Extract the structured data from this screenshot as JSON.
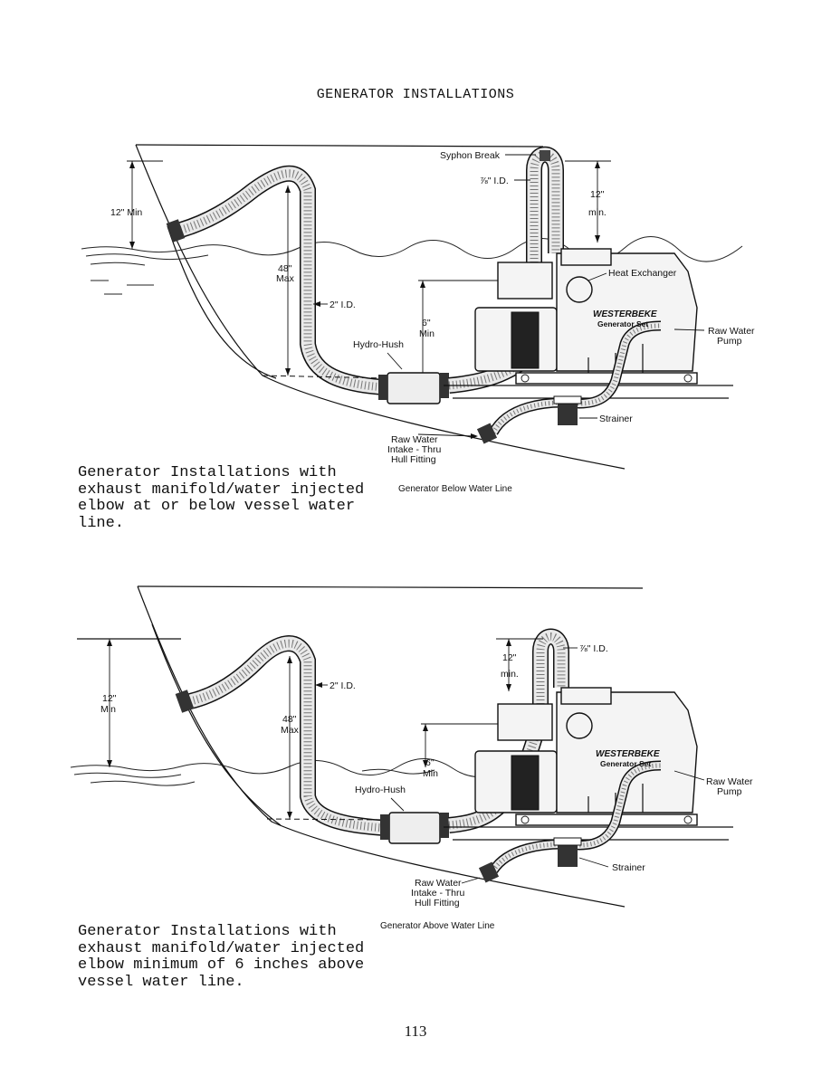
{
  "page": {
    "title": "GENERATOR INSTALLATIONS",
    "number": "113"
  },
  "diagram1": {
    "subtitle": "Generator Below Water Line",
    "labels": {
      "syphon_break": "Syphon Break",
      "id_78": "⅞\" I.D.",
      "min12_value": "12\"",
      "min12_unit": "min.",
      "twelve_min": "12\" Min",
      "max48_value": "48\"",
      "max48_unit": "Max",
      "id_2": "2\" I.D.",
      "six_min_value": "6\"",
      "six_min_unit": "Min",
      "hydro_hush": "Hydro-Hush",
      "heat_exchanger": "Heat Exchanger",
      "brand": "WESTERBEKE",
      "brand_sub": "Generator Set",
      "raw_water_pump_1": "Raw Water",
      "raw_water_pump_2": "Pump",
      "strainer": "Strainer",
      "intake_1": "Raw Water",
      "intake_2": "Intake - Thru",
      "intake_3": "Hull Fitting"
    },
    "caption_lines": [
      "Generator Installations with",
      "exhaust manifold/water injected",
      "elbow at or below vessel water",
      "line."
    ]
  },
  "diagram2": {
    "subtitle": "Generator Above Water Line",
    "labels": {
      "id_78": "⅞\" I.D.",
      "min12_value": "12\"",
      "min12_unit": "min.",
      "twelve_value": "12\"",
      "twelve_unit": "Min",
      "id_2": "2\" I.D.",
      "max48_value": "48\"",
      "max48_unit": "Max",
      "six_min_value": "6\"",
      "six_min_unit": "Min",
      "hydro_hush": "Hydro-Hush",
      "brand": "WESTERBEKE",
      "brand_sub": "Generator Set",
      "raw_water_pump_1": "Raw Water",
      "raw_water_pump_2": "Pump",
      "strainer": "Strainer",
      "intake_1": "Raw Water",
      "intake_2": "Intake - Thru",
      "intake_3": "Hull Fitting"
    },
    "caption_lines": [
      "Generator Installations with",
      "exhaust manifold/water injected",
      "elbow minimum of 6 inches above",
      "vessel water line."
    ]
  }
}
